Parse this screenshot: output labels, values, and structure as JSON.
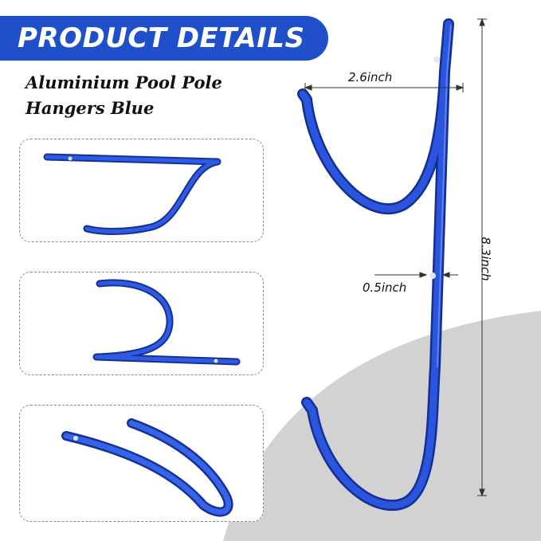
{
  "banner": {
    "title": "PRODUCT DETAILS"
  },
  "product": {
    "name_line1": "Aluminium Pool Pole",
    "name_line2": "Hangers Blue"
  },
  "dimensions": {
    "width": "2.6inch",
    "thickness": "0.5inch",
    "height": "8.3inch"
  },
  "colors": {
    "brand": "#1f4fc9",
    "hanger": "#1d3fc4",
    "shadow": "#d2d2d2"
  }
}
